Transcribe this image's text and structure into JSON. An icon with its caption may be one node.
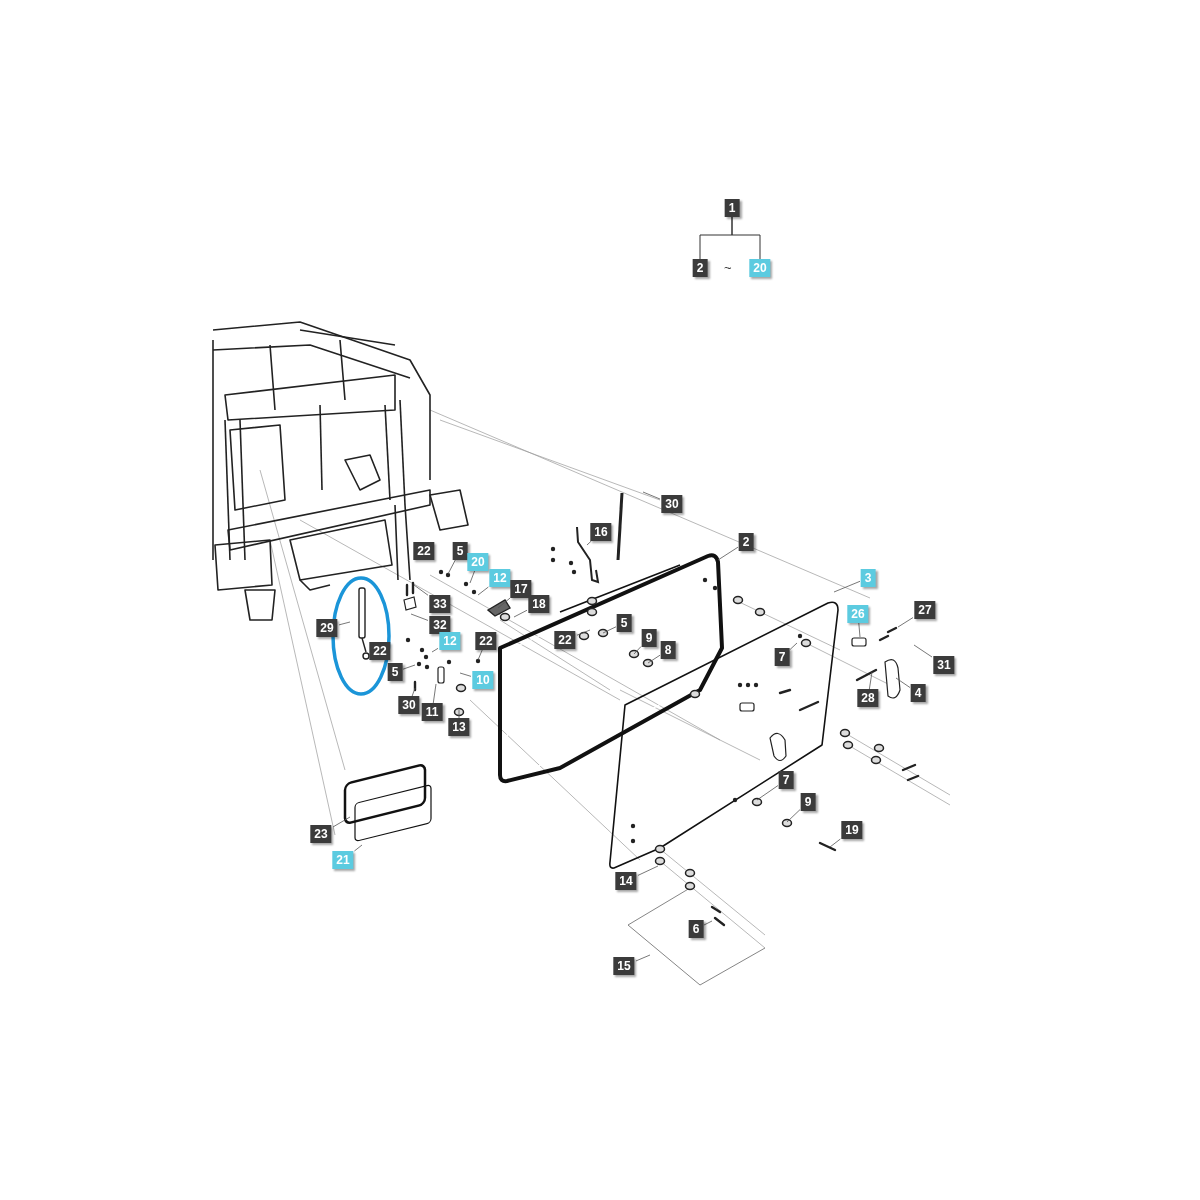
{
  "diagram": {
    "nodes": [
      {
        "text": [
          "1"
        ]
      },
      {
        "text": [
          "2"
        ]
      },
      {
        "text": [
          "20"
        ]
      },
      {
        "text": [
          "30"
        ]
      },
      {
        "text": [
          "16"
        ]
      },
      {
        "text": [
          "2"
        ]
      },
      {
        "text": [
          "22"
        ]
      },
      {
        "text": [
          "5"
        ]
      },
      {
        "text": [
          "20"
        ]
      },
      {
        "text": [
          "12"
        ]
      },
      {
        "text": [
          "17"
        ]
      },
      {
        "text": [
          "18"
        ]
      },
      {
        "text": [
          "33"
        ]
      },
      {
        "text": [
          "32"
        ]
      },
      {
        "text": [
          "29"
        ]
      },
      {
        "text": [
          "22"
        ]
      },
      {
        "text": [
          "12"
        ]
      },
      {
        "text": [
          "22"
        ]
      },
      {
        "text": [
          "5"
        ]
      },
      {
        "text": [
          "10"
        ]
      },
      {
        "text": [
          "30"
        ]
      },
      {
        "text": [
          "11"
        ]
      },
      {
        "text": [
          "13"
        ]
      },
      {
        "text": [
          "22"
        ]
      },
      {
        "text": [
          "5"
        ]
      },
      {
        "text": [
          "9"
        ]
      },
      {
        "text": [
          "8"
        ]
      },
      {
        "text": [
          "7"
        ]
      },
      {
        "text": [
          "3"
        ]
      },
      {
        "text": [
          "26"
        ]
      },
      {
        "text": [
          "27"
        ]
      },
      {
        "text": [
          "31"
        ]
      },
      {
        "text": [
          "28"
        ]
      },
      {
        "text": [
          "4"
        ]
      },
      {
        "text": [
          "7"
        ]
      },
      {
        "text": [
          "9"
        ]
      },
      {
        "text": [
          "19"
        ]
      },
      {
        "text": [
          "14"
        ]
      },
      {
        "text": [
          "6"
        ]
      },
      {
        "text": [
          "15"
        ]
      },
      {
        "text": [
          "23"
        ]
      },
      {
        "text": [
          "21"
        ]
      }
    ],
    "edges": [
      {
        "from": 0,
        "to": 1,
        "arrow": "none"
      },
      {
        "from": 0,
        "to": 2,
        "arrow": "none"
      },
      {
        "from": 3,
        "to": null,
        "arrow": "none"
      },
      {
        "from": 4,
        "to": null,
        "arrow": "none"
      },
      {
        "from": 5,
        "to": null,
        "arrow": "none"
      },
      {
        "from": 7,
        "to": null,
        "arrow": "none"
      },
      {
        "from": 8,
        "to": null,
        "arrow": "none"
      },
      {
        "from": 9,
        "to": null,
        "arrow": "none"
      },
      {
        "from": 10,
        "to": null,
        "arrow": "none"
      },
      {
        "from": 11,
        "to": null,
        "arrow": "none"
      },
      {
        "from": 12,
        "to": null,
        "arrow": "none"
      },
      {
        "from": 13,
        "to": null,
        "arrow": "none"
      },
      {
        "from": 14,
        "to": null,
        "arrow": "none"
      },
      {
        "from": 16,
        "to": null,
        "arrow": "none"
      },
      {
        "from": 17,
        "to": null,
        "arrow": "none"
      },
      {
        "from": 18,
        "to": null,
        "arrow": "none"
      },
      {
        "from": 19,
        "to": null,
        "arrow": "none"
      },
      {
        "from": 20,
        "to": null,
        "arrow": "none"
      },
      {
        "from": 21,
        "to": null,
        "arrow": "none"
      },
      {
        "from": 22,
        "to": null,
        "arrow": "none"
      },
      {
        "from": 23,
        "to": null,
        "arrow": "none"
      },
      {
        "from": 24,
        "to": null,
        "arrow": "none"
      },
      {
        "from": 25,
        "to": null,
        "arrow": "none"
      },
      {
        "from": 26,
        "to": null,
        "arrow": "none"
      },
      {
        "from": 27,
        "to": null,
        "arrow": "none"
      },
      {
        "from": 28,
        "to": null,
        "arrow": "none"
      },
      {
        "from": 29,
        "to": null,
        "arrow": "none"
      },
      {
        "from": 30,
        "to": null,
        "arrow": "none"
      },
      {
        "from": 31,
        "to": null,
        "arrow": "none"
      },
      {
        "from": 32,
        "to": null,
        "arrow": "none"
      },
      {
        "from": 33,
        "to": null,
        "arrow": "none"
      },
      {
        "from": 34,
        "to": null,
        "arrow": "none"
      },
      {
        "from": 35,
        "to": null,
        "arrow": "none"
      },
      {
        "from": 36,
        "to": null,
        "arrow": "none"
      },
      {
        "from": 37,
        "to": null,
        "arrow": "none"
      },
      {
        "from": 38,
        "to": null,
        "arrow": "none"
      },
      {
        "from": 39,
        "to": null,
        "arrow": "none"
      },
      {
        "from": 40,
        "to": null,
        "arrow": "none"
      },
      {
        "from": 41,
        "to": null,
        "arrow": "none"
      }
    ],
    "labels": [
      "~"
    ]
  }
}
